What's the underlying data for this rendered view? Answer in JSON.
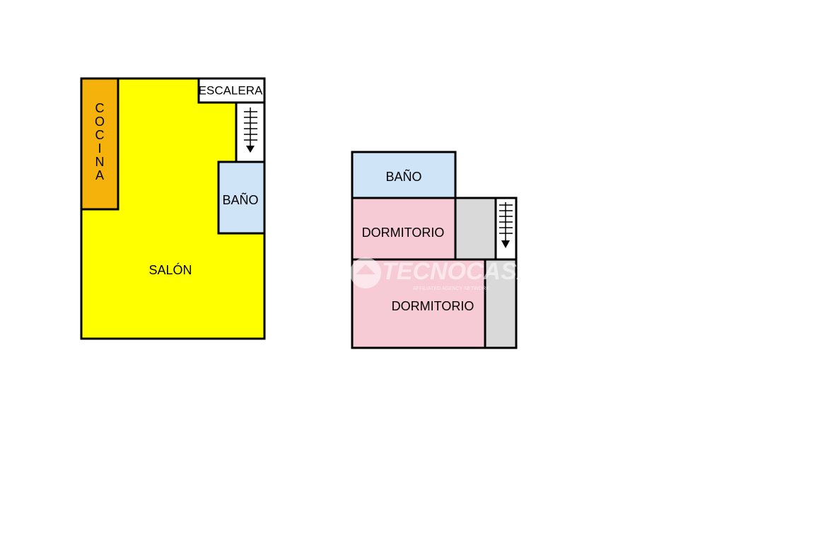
{
  "colors": {
    "salon": "#ffff00",
    "cocina": "#f4b20a",
    "bano": "#cfe4f7",
    "dormitorio": "#f7cbd6",
    "storage": "#d9d9d9",
    "stairs": "#ffffff",
    "outline": "#000000",
    "watermark": "#ffffff"
  },
  "floor_1": {
    "rooms": {
      "cocina": {
        "label": [
          "C",
          "O",
          "C",
          "I",
          "N",
          "A"
        ]
      },
      "escalera": {
        "label": "ESCALERA"
      },
      "bano": {
        "label": "BAÑO"
      },
      "salon": {
        "label": "SALÓN"
      }
    }
  },
  "floor_2": {
    "rooms": {
      "bano": {
        "label": "BAÑO"
      },
      "dormitorio_1": {
        "label": "DORMITORIO"
      },
      "dormitorio_2": {
        "label": "DORMITORIO"
      }
    }
  },
  "watermark": {
    "brand": "TECNOCASA",
    "tagline": "AFFILIATED AGENCY NETWORK",
    "icon": "house-logo-icon"
  }
}
